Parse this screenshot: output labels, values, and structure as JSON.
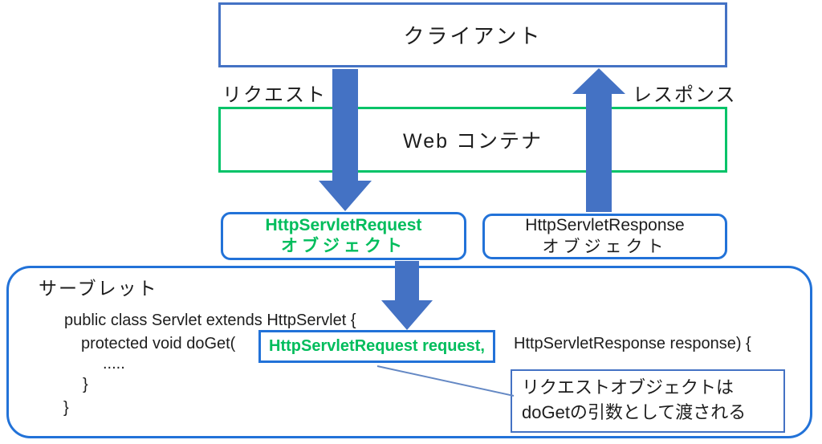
{
  "diagram": {
    "client": {
      "label": "クライアント"
    },
    "request_label": "リクエスト",
    "response_label": "レスポンス",
    "web_container": {
      "label": "Web コンテナ"
    },
    "request_object": {
      "line1": "HttpServletRequest",
      "line2": "オブジェクト"
    },
    "response_object": {
      "line1": "HttpServletResponse",
      "line2": "オブジェクト"
    },
    "servlet": {
      "title": "サーブレット",
      "code": {
        "line1": "public class Servlet extends HttpServlet {",
        "line2_prefix": "protected void doGet(",
        "line2_highlight": "HttpServletRequest request,",
        "line2_suffix": "HttpServletResponse response) {",
        "line3": ".....",
        "line4": "}",
        "line5": "}"
      }
    },
    "callout": {
      "line1": "リクエストオブジェクトは",
      "line2": "doGetの引数として渡される"
    },
    "colors": {
      "arrow_blue": "#4472C4",
      "box_border_blue": "#2272D8",
      "green": "#00C368",
      "green_text": "#00BD5C",
      "callout_border": "#4472C4",
      "connector_blue": "#6488C4"
    }
  }
}
